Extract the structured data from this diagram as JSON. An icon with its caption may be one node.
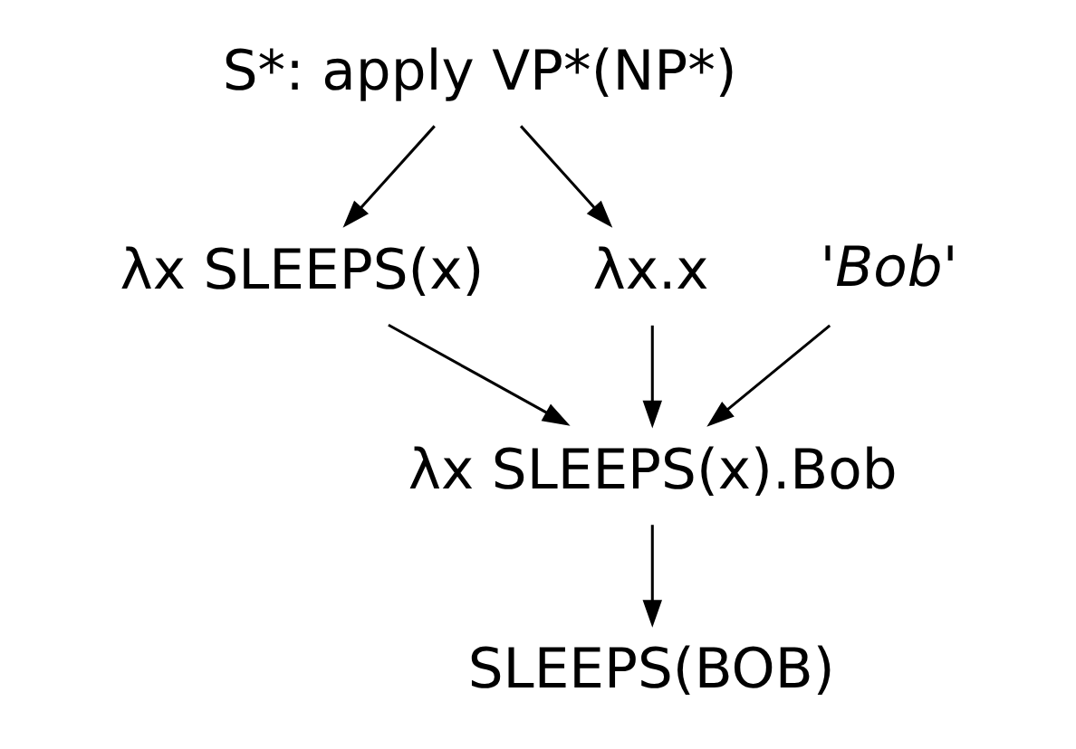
{
  "diagram": {
    "nodes": [
      {
        "text": [
          "S*: apply VP*(NP*)"
        ]
      },
      {
        "text": [
          "λx SLEEPS(x)"
        ]
      },
      {
        "text": [
          "λx.x"
        ]
      },
      {
        "text": [
          "'Bob'"
        ]
      },
      {
        "text": [
          "λx SLEEPS(x).Bob"
        ]
      },
      {
        "text": [
          "SLEEPS(BOB)"
        ]
      }
    ],
    "edges": [
      {
        "from": 0,
        "to": 1,
        "arrow": "to"
      },
      {
        "from": 0,
        "to": 2,
        "arrow": "to"
      },
      {
        "from": 1,
        "to": 4,
        "arrow": "to"
      },
      {
        "from": 2,
        "to": 4,
        "arrow": "to"
      },
      {
        "from": 3,
        "to": 4,
        "arrow": "to"
      },
      {
        "from": 4,
        "to": 5,
        "arrow": "to"
      }
    ]
  }
}
